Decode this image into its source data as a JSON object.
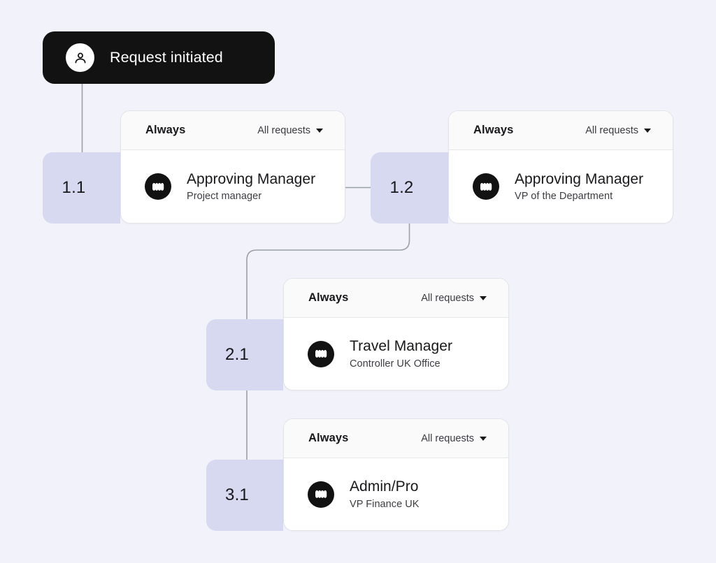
{
  "theme": {
    "background": "#F2F3FA",
    "badge_fill": "#D6D9F0",
    "card_fill": "#FFFFFF",
    "card_header_fill": "#FAFAFB",
    "card_border": "#E3E4E8",
    "accent_dark": "#121212",
    "connector": "#9AA0A6",
    "text_primary": "#18181B",
    "text_secondary": "#3C3C42"
  },
  "start_node": {
    "label": "Request initiated",
    "icon": "person-icon"
  },
  "steps": [
    {
      "id": "1.1",
      "badge": "1.1",
      "condition": "Always",
      "scope": "All requests",
      "scope_caret": "chevron-down-icon",
      "role": "Approving Manager",
      "role_detail": "Project manager",
      "avatar": "wave-avatar-icon"
    },
    {
      "id": "1.2",
      "badge": "1.2",
      "condition": "Always",
      "scope": "All requests",
      "scope_caret": "chevron-down-icon",
      "role": "Approving Manager",
      "role_detail": "VP of the Department",
      "avatar": "wave-avatar-icon"
    },
    {
      "id": "2.1",
      "badge": "2.1",
      "condition": "Always",
      "scope": "All requests",
      "scope_caret": "chevron-down-icon",
      "role": "Travel Manager",
      "role_detail": "Controller UK Office",
      "avatar": "wave-avatar-icon"
    },
    {
      "id": "3.1",
      "badge": "3.1",
      "condition": "Always",
      "scope": "All requests",
      "scope_caret": "chevron-down-icon",
      "role": "Admin/Pro",
      "role_detail": "VP Finance UK",
      "avatar": "wave-avatar-icon"
    }
  ]
}
